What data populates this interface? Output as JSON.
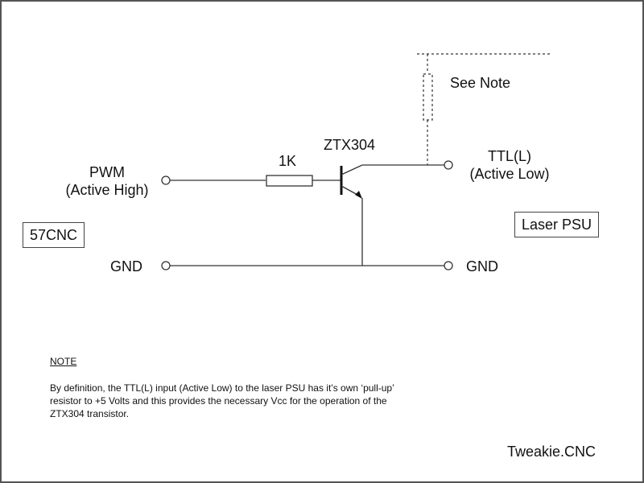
{
  "left_device": {
    "name": "57CNC",
    "pwm_label_line1": "PWM",
    "pwm_label_line2": "(Active High)",
    "gnd_label": "GND"
  },
  "right_device": {
    "name": "Laser PSU",
    "ttl_label_line1": "TTL(L)",
    "ttl_label_line2": "(Active Low)",
    "gnd_label": "GND"
  },
  "components": {
    "resistor_value": "1K",
    "transistor_part": "ZTX304",
    "pullup_note": "See Note"
  },
  "note": {
    "title": "NOTE",
    "body": "By definition, the TTL(L) input (Active Low)  to the laser PSU has it’s own ‘pull-up’ resistor to +5 Volts and this provides the necessary Vcc for the operation of the ZTX304 transistor."
  },
  "footer": {
    "credit": "Tweakie.CNC"
  }
}
